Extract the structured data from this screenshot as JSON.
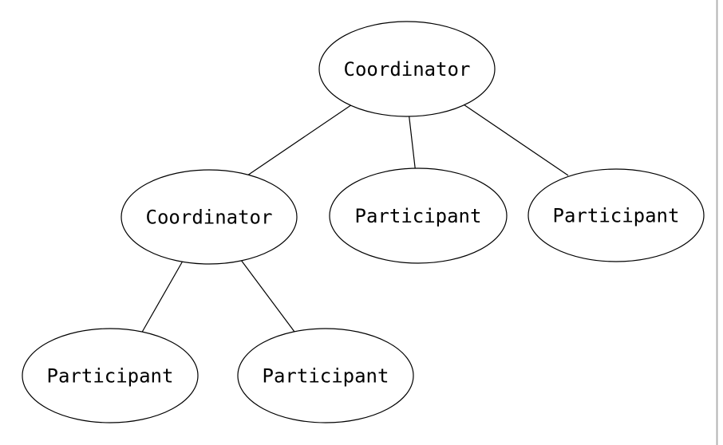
{
  "diagram": {
    "type": "tree",
    "title": "",
    "nodes": [
      {
        "id": "root",
        "label": "Coordinator",
        "level": 0
      },
      {
        "id": "coordinator-2",
        "label": "Coordinator",
        "level": 1
      },
      {
        "id": "participant-1",
        "label": "Participant",
        "level": 1
      },
      {
        "id": "participant-2",
        "label": "Participant",
        "level": 1
      },
      {
        "id": "participant-3",
        "label": "Participant",
        "level": 2
      },
      {
        "id": "participant-4",
        "label": "Participant",
        "level": 2
      }
    ],
    "edges": [
      {
        "from": "root",
        "to": "coordinator-2"
      },
      {
        "from": "root",
        "to": "participant-1"
      },
      {
        "from": "root",
        "to": "participant-2"
      },
      {
        "from": "coordinator-2",
        "to": "participant-3"
      },
      {
        "from": "coordinator-2",
        "to": "participant-4"
      }
    ],
    "colors": {
      "background": "#ffffff",
      "node_fill": "#ffffff",
      "node_stroke": "#000000",
      "text": "#000000",
      "edge": "#000000",
      "frame_line": "#b3b3b3"
    }
  }
}
